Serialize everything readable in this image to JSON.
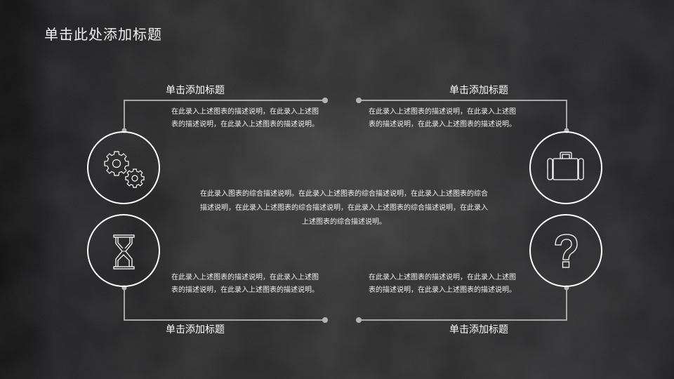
{
  "slide": {
    "title": "单击此处添加标题",
    "colors": {
      "background": "#262627",
      "text": "#ffffff",
      "connector": "#a8a8a8",
      "circle_stroke": "#ffffff"
    },
    "items": [
      {
        "position": "top-left",
        "title": "单击添加标题",
        "description": "在此录入上述图表的描述说明，在此录入上述图表的描述说明，在此录入上述图表的描述说明。",
        "icon": "gears-icon"
      },
      {
        "position": "top-right",
        "title": "单击添加标题",
        "description": "在此录入上述图表的描述说明，在此录入上述图表的描述说明，在此录入上述图表的描述说明。",
        "icon": "briefcase-icon"
      },
      {
        "position": "bottom-left",
        "title": "单击添加标题",
        "description": "在此录入上述图表的描述说明，在此录入上述图表的描述说明，在此录入上述图表的描述说明。",
        "icon": "hourglass-icon"
      },
      {
        "position": "bottom-right",
        "title": "单击添加标题",
        "description": "在此录入上述图表的描述说明，在此录入上述图表的描述说明，在此录入上述图表的描述说明。",
        "icon": "question-mark-icon"
      }
    ],
    "center_description": "在此录入图表的综合描述说明。在此录入上述图表的综合描述说明，在此录入上述图表的综合描述说明，在此录入上述图表的综合描述说明，在此录入上述图表的综合描述说明，在此录入上述图表的综合描述说明。"
  }
}
